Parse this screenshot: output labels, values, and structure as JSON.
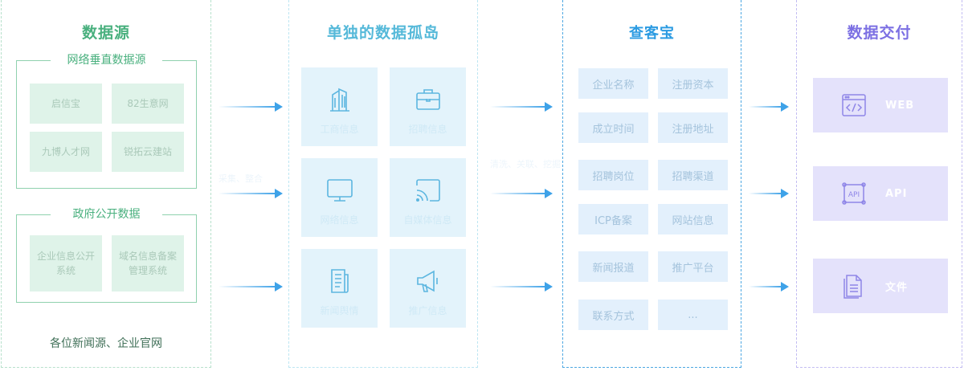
{
  "sources": {
    "title": "数据源",
    "group1": {
      "title": "网络垂直数据源",
      "cells": [
        "启信宝",
        "82生意网",
        "九博人才网",
        "锐拓云建站"
      ]
    },
    "group2": {
      "title": "政府公开数据",
      "cells": [
        "企业信息公开系统",
        "域名信息备案管理系统"
      ]
    },
    "footer": "各位新闻源、企业官网"
  },
  "islands": {
    "title": "单独的数据孤岛",
    "tiles": [
      {
        "label": "工商信息",
        "icon": "building-icon"
      },
      {
        "label": "招聘信息",
        "icon": "briefcase-icon"
      },
      {
        "label": "网络信息",
        "icon": "monitor-icon"
      },
      {
        "label": "自媒体信息",
        "icon": "cast-icon"
      },
      {
        "label": "新闻舆情",
        "icon": "document-icon"
      },
      {
        "label": "推广信息",
        "icon": "megaphone-icon"
      }
    ]
  },
  "chakebao": {
    "title": "查客宝",
    "fields": [
      "企业名称",
      "注册资本",
      "成立时间",
      "注册地址",
      "招聘岗位",
      "招聘渠道",
      "ICP备案",
      "网站信息",
      "新闻报道",
      "推广平台",
      "联系方式",
      "..."
    ]
  },
  "delivery": {
    "title": "数据交付",
    "items": [
      {
        "label": "WEB",
        "icon": "code-window-icon"
      },
      {
        "label": "API",
        "icon": "api-icon"
      },
      {
        "label": "文件",
        "icon": "file-stack-icon"
      }
    ]
  },
  "ghost_text": {
    "left": "采集、整合",
    "middle": "清洗、关联、挖掘"
  },
  "colors": {
    "green": "#49b07e",
    "cyan": "#55b9d9",
    "blue": "#2b9be2",
    "purple": "#7c70e3",
    "arrow": "#3ea2e8"
  }
}
